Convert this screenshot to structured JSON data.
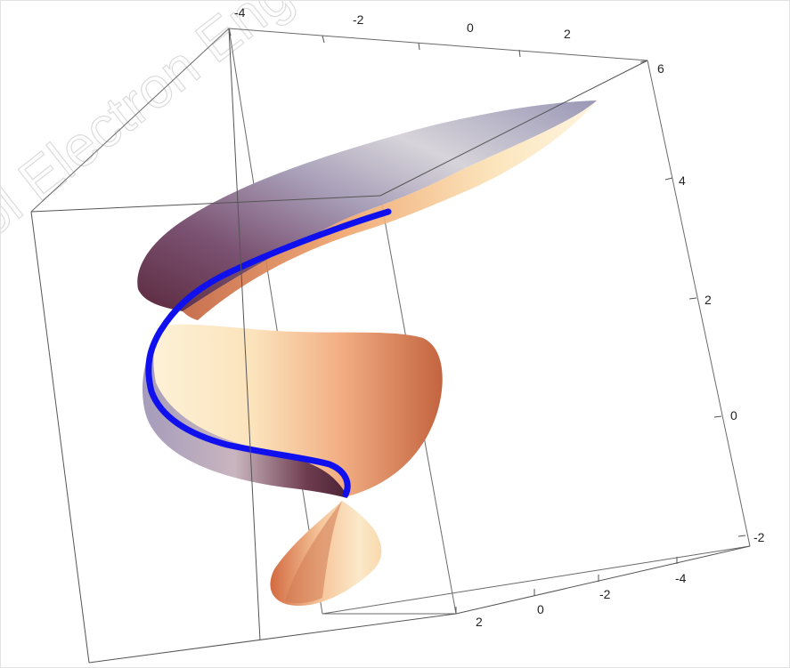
{
  "watermark": {
    "text": "ol Electron Eng"
  },
  "chart_data": {
    "type": "surface3d",
    "title": "",
    "xlabel": "",
    "ylabel": "",
    "zlabel": "",
    "axes": {
      "top_edge_ticks": [
        "-4",
        "-2",
        "0",
        "2"
      ],
      "right_edge_ticks": [
        "6",
        "4",
        "2",
        "0",
        "-2"
      ],
      "bottom_edge_ticks": [
        "2",
        "0",
        "-2",
        "-4"
      ]
    },
    "series": [
      {
        "kind": "surface",
        "shading": "orange-cream-to-slate-purple gradient",
        "description_colors": [
          "#f3bc82",
          "#fbe9c2",
          "#b4a6b8",
          "#5a2a3c",
          "#c56a44"
        ]
      },
      {
        "kind": "curve",
        "color": "#1010ee"
      }
    ],
    "box": true,
    "grid": false,
    "colors": {
      "curve": "#1010ee",
      "box": "#555555",
      "warm": "#f2a56e",
      "cream": "#fbe6bd",
      "slate": "#a99db4",
      "dark": "#5a2a3c"
    }
  }
}
